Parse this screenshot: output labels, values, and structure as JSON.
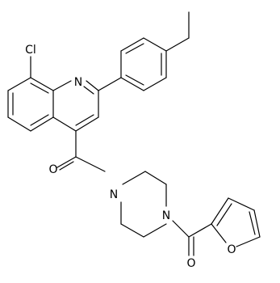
{
  "diagram": {
    "type": "chemical-structure",
    "atom_labels": {
      "cl": "Cl",
      "n_quinoline": "N",
      "o_carbonyl_1": "O",
      "n_piperazine_1": "N",
      "n_piperazine_2": "N",
      "o_carbonyl_2": "O",
      "o_furan": "O"
    },
    "colors": {
      "bond": "#000000",
      "label": "#000000",
      "background": "#ffffff"
    }
  }
}
